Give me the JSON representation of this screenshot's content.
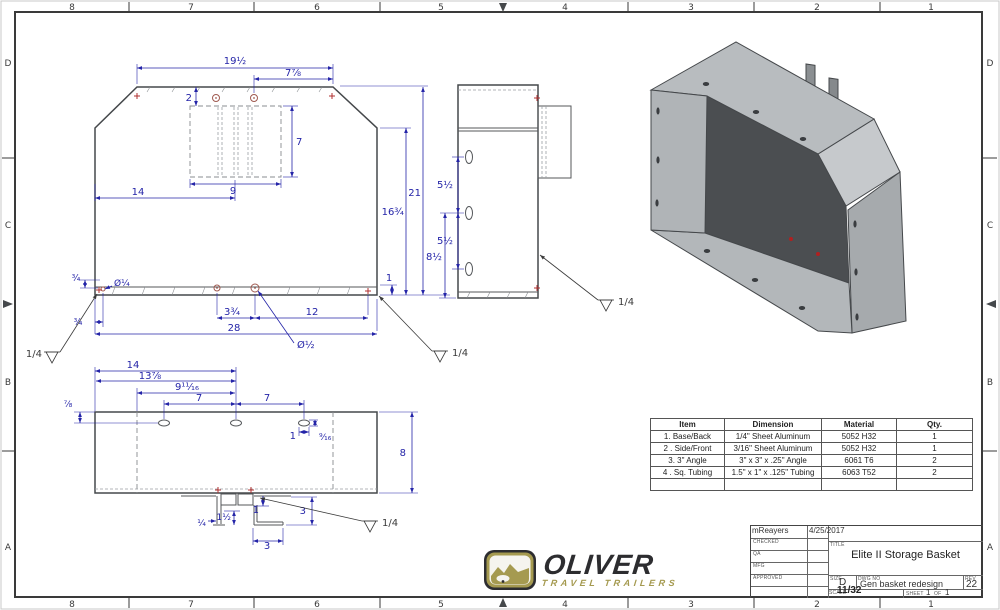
{
  "sheet": {
    "zone_numbers": [
      "8",
      "7",
      "6",
      "5",
      "4",
      "3",
      "2",
      "1"
    ],
    "zone_letters": [
      "D",
      "C",
      "B",
      "A"
    ]
  },
  "front_view": {
    "width_top": "19½",
    "offset_top_right": "7⅞",
    "door_offset_top": "2",
    "door_height": "7",
    "door_width": "9",
    "door_center_from_left": "14",
    "height_total": "21",
    "height_side": "16¾",
    "flange_height": "1",
    "hole_offset_up": "¾",
    "hole_offset_side": "¾",
    "hole_dia_small": "Ø¼",
    "hole_spacing": "3¾",
    "hole_to_corner": "12",
    "width_total": "28",
    "hole_dia_large": "Ø½",
    "weld_left": "1/4",
    "weld_right": "1/4"
  },
  "side_view": {
    "hole_spacing_a": "5½",
    "hole_spacing_b": "5½",
    "hole_offset_bottom": "8½",
    "weld": "1/4"
  },
  "bottom_view": {
    "slot_center_from_left": "14",
    "slot_center_alt": "13⅞",
    "slot_from_fold": "9¹¹⁄₁₆",
    "slot_spacing_a": "7",
    "slot_spacing_b": "7",
    "slot_offset_top": "⅞",
    "slot_length": "1",
    "slot_width": "⁹⁄₁₆",
    "depth": "8",
    "tab_thickness": "¼",
    "tube_width": "1½",
    "tube_height": "1",
    "bracket_height": "3",
    "bracket_width": "3",
    "weld": "1/4"
  },
  "parts_table": {
    "headers": [
      "Item",
      "Dimension",
      "Material",
      "Qty."
    ],
    "rows": [
      {
        "item": "1. Base/Back",
        "dimension": "1/4\" Sheet Aluminum",
        "material": "5052 H32",
        "qty": "1"
      },
      {
        "item": "2 . Side/Front",
        "dimension": "3/16\" Sheet Aluminum",
        "material": "5052 H32",
        "qty": "1"
      },
      {
        "item": "3. 3\" Angle",
        "dimension": "3\" x 3\" x .25\" Angle",
        "material": "6061 T6",
        "qty": "2"
      },
      {
        "item": "4 . Sq. Tubing",
        "dimension": "1.5\" x 1\" x .125\" Tubing",
        "material": "6063 T52",
        "qty": "2"
      },
      {
        "item": "",
        "dimension": "",
        "material": "",
        "qty": ""
      }
    ]
  },
  "title_block": {
    "drawn_name": "mReayers",
    "drawn_date": "4/25/2017",
    "row_labels": [
      "CHECKED",
      "QA",
      "MFG",
      "APPROVED"
    ],
    "title_label": "TITLE",
    "title": "Elite II Storage Basket",
    "size_label": "SIZE",
    "size": "D",
    "dwg_label": "DWG NO",
    "dwg_no": "Gen basket redesign",
    "rev_label": "REV",
    "rev": "22",
    "scale_label": "SCALE",
    "scale": "11/32",
    "sheet_label": "SHEET",
    "sheet_current": "1",
    "sheet_of_label": "OF",
    "sheet_total": "1"
  },
  "logo": {
    "brand": "OLIVER",
    "tagline": "TRAVEL TRAILERS",
    "color_dark": "#2d2d30",
    "color_gold": "#a59a50"
  },
  "colors": {
    "dimension": "#2424a8",
    "object_line": "#45484b",
    "marker_red": "#b03030"
  }
}
